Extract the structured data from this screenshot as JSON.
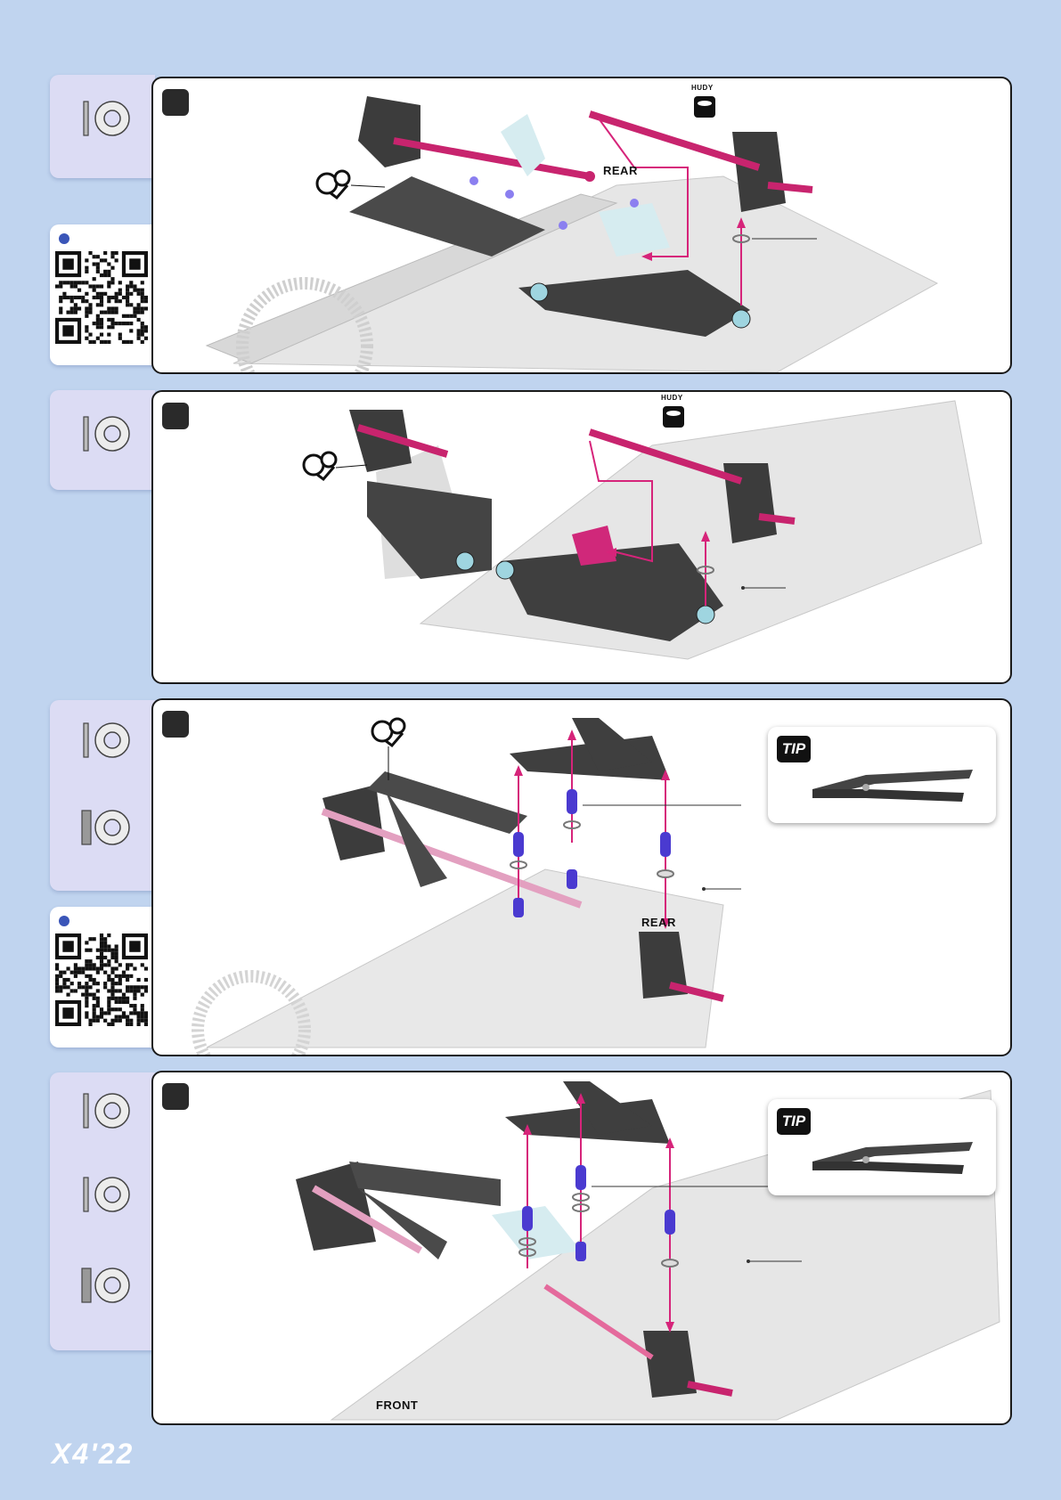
{
  "labels": {
    "rear": "REAR",
    "front": "FRONT",
    "tip": "TIP",
    "hudy": "HUDY"
  },
  "brand": {
    "logo": "X4'22"
  },
  "colors": {
    "page_bg": "#c0d4ef",
    "sidebar_bg": "#dcdcf4",
    "accent_magenta": "#d6247a",
    "part_purple": "#6a5ad0",
    "carbon": "#3a3a3a",
    "chassis": "#e3e3e3",
    "part_cyan": "#cfe8ec"
  },
  "icons": [
    "washer-icon",
    "spacer-icon",
    "qr-code",
    "gear-check-icon",
    "hudy-grease-icon",
    "pliers-tool"
  ]
}
